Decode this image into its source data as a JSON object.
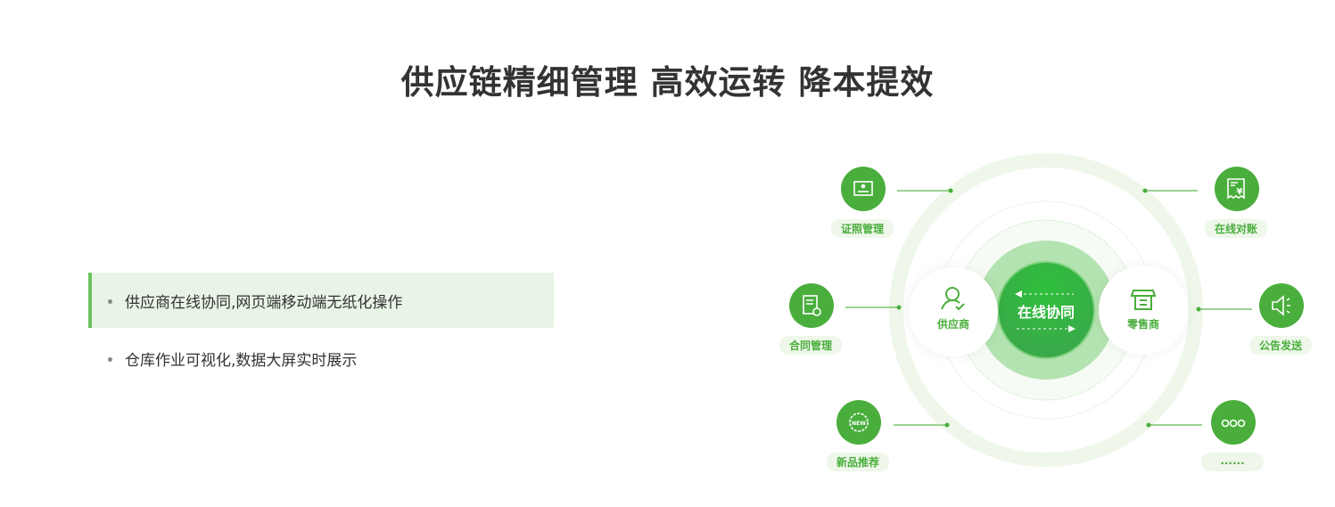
{
  "title": "供应链精细管理 高效运转 降本提效",
  "features": [
    {
      "text": "供应商在线协同,网页端移动端无纸化操作",
      "active": true
    },
    {
      "text": "仓库作业可视化,数据大屏实时展示",
      "active": false
    }
  ],
  "diagram": {
    "center": "在线协同",
    "left_node": "供应商",
    "right_node": "零售商",
    "satellites": [
      {
        "label": "证照管理",
        "icon": "certificate-icon"
      },
      {
        "label": "在线对账",
        "icon": "receipt-yuan-icon"
      },
      {
        "label": "合同管理",
        "icon": "contract-icon"
      },
      {
        "label": "公告发送",
        "icon": "speaker-icon"
      },
      {
        "label": "新品推荐",
        "icon": "new-badge-icon"
      },
      {
        "label": "......",
        "icon": "more-icon"
      }
    ]
  },
  "colors": {
    "accent": "#4aae3c",
    "center": "#34b845",
    "highlight_bg": "#e8f4e6"
  }
}
